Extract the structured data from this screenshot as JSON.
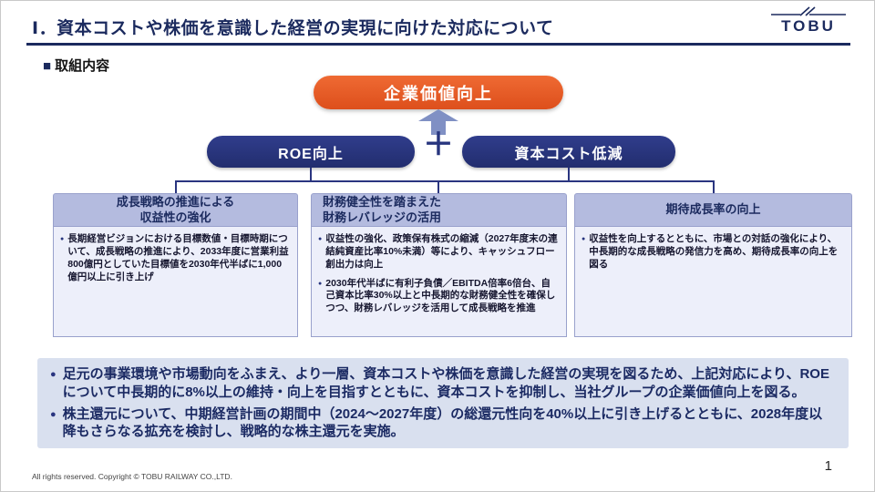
{
  "header": {
    "title": "Ⅰ．資本コストや株価を意識した経営の実現に向けた対応について",
    "logo_text": "TOBU"
  },
  "section": {
    "marker": "■",
    "label": "取組内容"
  },
  "diagram": {
    "top_pill": "企業価値向上",
    "left_pill": "ROE向上",
    "plus": "＋",
    "right_pill": "資本コスト低減"
  },
  "boxes": [
    {
      "title": "成長戦略の推進による\n収益性の強化",
      "bullets": [
        "長期経営ビジョンにおける目標数値・目標時期について、成長戦略の推進により、2033年度に営業利益800億円としていた目標値を2030年代半ばに1,000億円以上に引き上げ"
      ]
    },
    {
      "title": "財務健全性を踏まえた\n財務レバレッジの活用",
      "bullets": [
        "収益性の強化、政策保有株式の縮減（2027年度末の連結純資産比率10%未満）等により、キャッシュフロー創出力は向上",
        "2030年代半ばに有利子負債／EBITDA倍率6倍台、自己資本比率30%以上と中長期的な財務健全性を確保しつつ、財務レバレッジを活用して成長戦略を推進"
      ]
    },
    {
      "title": "期待成長率の向上",
      "bullets": [
        "収益性を向上するとともに、市場との対話の強化により、中長期的な成長戦略の発信力を高め、期待成長率の向上を図る"
      ]
    }
  ],
  "summary": {
    "bullets": [
      "足元の事業環境や市場動向をふまえ、より一層、資本コストや株価を意識した経営の実現を図るため、上記対応により、ROEについて中長期的に8%以上の維持・向上を目指すとともに、資本コストを抑制し、当社グループの企業価値向上を図る。",
      "株主還元について、中期経営計画の期間中（2024～2027年度）の総還元性向を40%以上に引き上げるとともに、2028年度以降もさらなる拡充を検討し、戦略的な株主還元を実施。"
    ]
  },
  "footer": {
    "copyright": "All rights reserved. Copyright © TOBU RAILWAY CO.,LTD.",
    "page_number": "1"
  },
  "colors": {
    "accent_orange": "#e55a28",
    "brand_navy": "#27357e",
    "box_header": "#b4bbdf",
    "box_body": "#edeffa",
    "summary_bg": "#d9e0ef"
  }
}
